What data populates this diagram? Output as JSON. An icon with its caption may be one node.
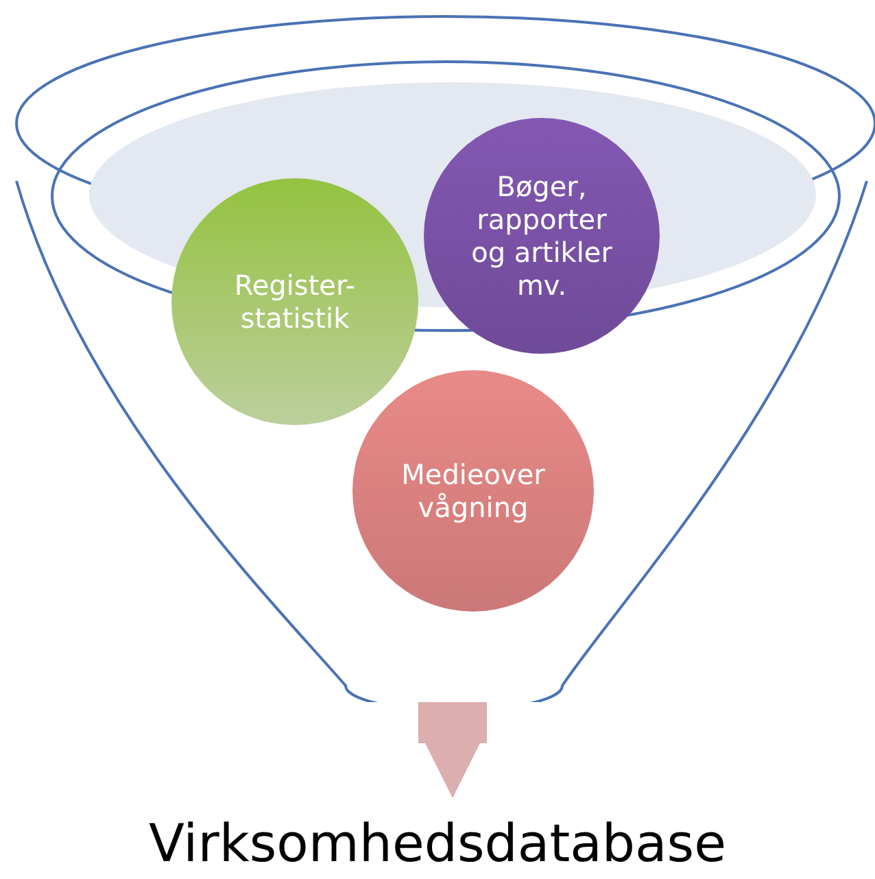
{
  "diagram": {
    "nodes": [
      {
        "text": [],
        "shape": "funnel"
      },
      {
        "text": [
          "Register- statistik"
        ],
        "in": 0
      },
      {
        "text": [
          "Bøger, rapporter og artikler mv."
        ],
        "in": 0
      },
      {
        "text": [
          "Medieover vågning"
        ],
        "in": 0
      },
      {
        "text": [
          "Virksomhedsdatabase"
        ]
      }
    ],
    "edges": [
      {
        "from": 0,
        "to": 4,
        "arrow": "to",
        "color": "#dcaeae"
      }
    ]
  }
}
